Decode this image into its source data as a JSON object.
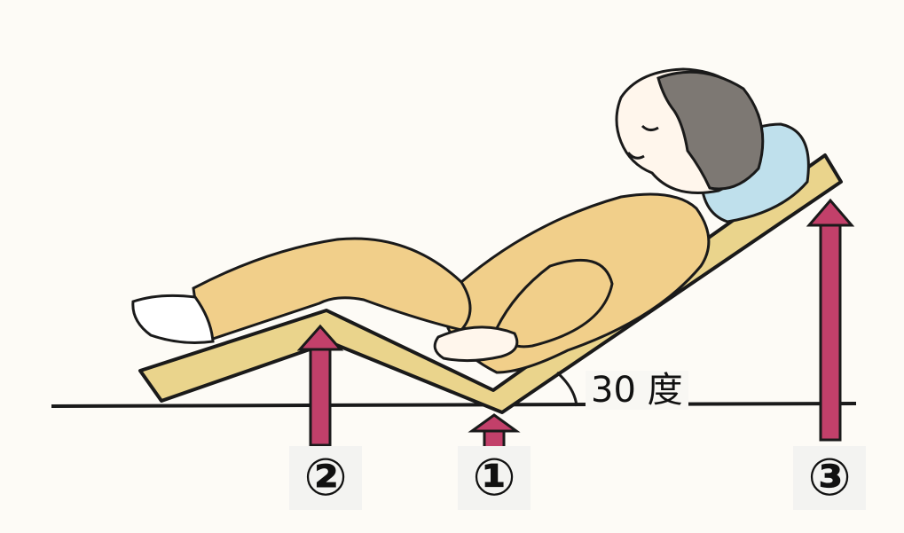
{
  "angle_label": "30 度",
  "point_labels": {
    "one": "①",
    "two": "②",
    "three": "③"
  },
  "colors": {
    "bed": "#ead48c",
    "bed_outline": "#1a1a1a",
    "pajamas": "#f1cf8a",
    "arrow": "#c2406a",
    "pillow": "#bfe0ec",
    "hair": "#7d7873",
    "skin": "#fff6ec"
  }
}
